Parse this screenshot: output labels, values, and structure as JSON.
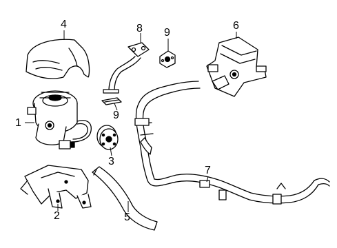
{
  "diagram": {
    "callouts": [
      {
        "id": "c1",
        "label": "1"
      },
      {
        "id": "c2",
        "label": "2"
      },
      {
        "id": "c3",
        "label": "3"
      },
      {
        "id": "c4",
        "label": "4"
      },
      {
        "id": "c5",
        "label": "5"
      },
      {
        "id": "c6",
        "label": "6"
      },
      {
        "id": "c7",
        "label": "7"
      },
      {
        "id": "c8",
        "label": "8"
      },
      {
        "id": "c9a",
        "label": "9"
      },
      {
        "id": "c9b",
        "label": "9"
      }
    ],
    "colors": {
      "line": "#000000",
      "background": "#ffffff"
    }
  }
}
